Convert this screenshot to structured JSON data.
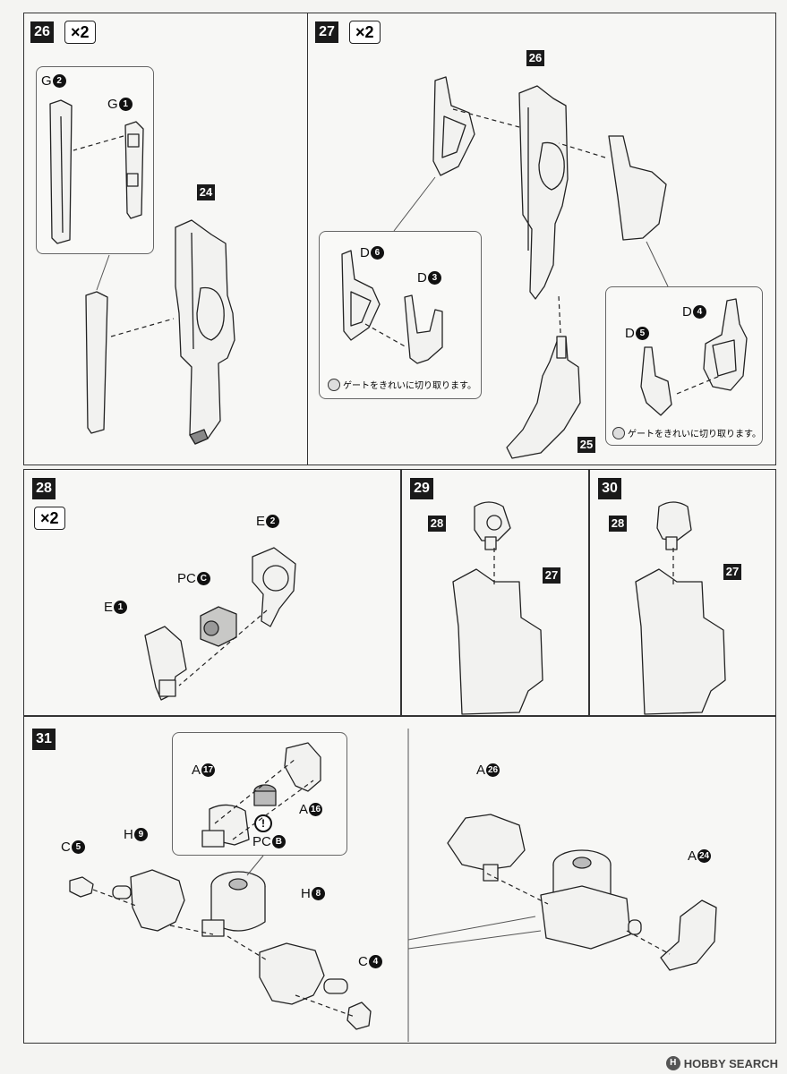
{
  "steps": {
    "s26": {
      "num": "26",
      "mult": "×2",
      "parts": {
        "g2": {
          "letter": "G",
          "n": "2"
        },
        "g1": {
          "letter": "G",
          "n": "1"
        }
      },
      "ref": "24"
    },
    "s27": {
      "num": "27",
      "mult": "×2",
      "ref_top": "26",
      "ref_bottom": "25",
      "left_sub": {
        "d6": {
          "letter": "D",
          "n": "6"
        },
        "d3": {
          "letter": "D",
          "n": "3"
        },
        "note": "ゲートをきれいに切り取ります。"
      },
      "right_sub": {
        "d4": {
          "letter": "D",
          "n": "4"
        },
        "d5": {
          "letter": "D",
          "n": "5"
        },
        "note": "ゲートをきれいに切り取ります。"
      }
    },
    "s28": {
      "num": "28",
      "mult": "×2",
      "parts": {
        "e2": {
          "letter": "E",
          "n": "2"
        },
        "pcc": {
          "letter": "PC",
          "n": "C"
        },
        "e1": {
          "letter": "E",
          "n": "1"
        }
      }
    },
    "s29": {
      "num": "29",
      "ref_a": "28",
      "ref_b": "27"
    },
    "s30": {
      "num": "30",
      "ref_a": "28",
      "ref_b": "27"
    },
    "s31": {
      "num": "31",
      "parts": {
        "a17": {
          "letter": "A",
          "n": "17"
        },
        "a16": {
          "letter": "A",
          "n": "16"
        },
        "pcb": {
          "letter": "PC",
          "n": "B"
        },
        "c5": {
          "letter": "C",
          "n": "5"
        },
        "h9": {
          "letter": "H",
          "n": "9"
        },
        "h8": {
          "letter": "H",
          "n": "8"
        },
        "c4": {
          "letter": "C",
          "n": "4"
        },
        "a26": {
          "letter": "A",
          "n": "26"
        },
        "a24": {
          "letter": "A",
          "n": "24"
        }
      },
      "warning": "!"
    }
  },
  "watermark": {
    "logo": "H",
    "text": "HOBBY SEARCH"
  }
}
